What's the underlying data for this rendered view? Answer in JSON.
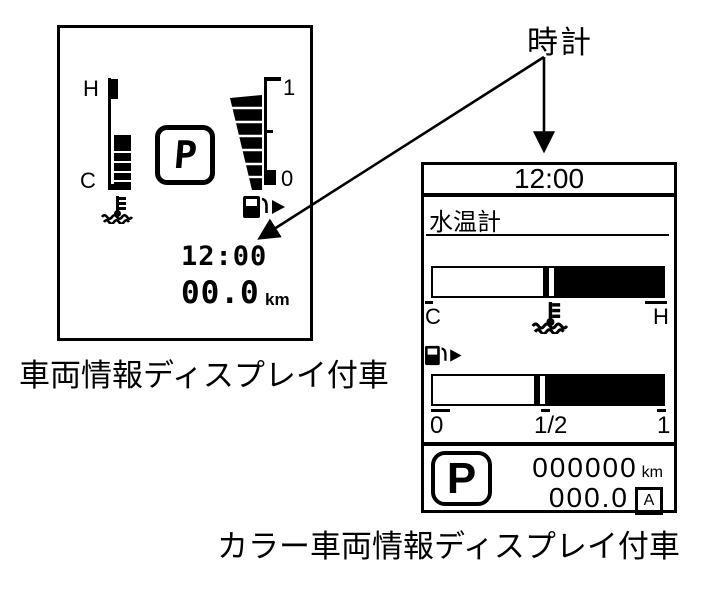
{
  "callout": {
    "label": "時計"
  },
  "captions": {
    "left": "車両情報ディスプレイ付車",
    "right": "カラー車両情報ディスプレイ付車"
  },
  "mono_display": {
    "clock": "12:00",
    "odometer": "00.0",
    "odometer_unit": "km",
    "gear_indicator": "P",
    "temp_gauge": {
      "top_label": "H",
      "bottom_label": "C"
    },
    "fuel_gauge": {
      "top_label": "1",
      "bottom_label": "0"
    }
  },
  "color_display": {
    "clock": "12:00",
    "screen_title": "水温計",
    "temp_gauge": {
      "left_label": "C",
      "right_label": "H",
      "empty_percent": 48
    },
    "fuel_gauge": {
      "left_label": "0",
      "mid_label": "1/2",
      "right_label": "1",
      "empty_percent": 44
    },
    "gear_indicator": "P",
    "odometer": "000000",
    "odometer_unit": "km",
    "trip": "000.0",
    "trip_mode": "A"
  },
  "colors": {
    "ink": "#000000",
    "background": "#ffffff"
  }
}
